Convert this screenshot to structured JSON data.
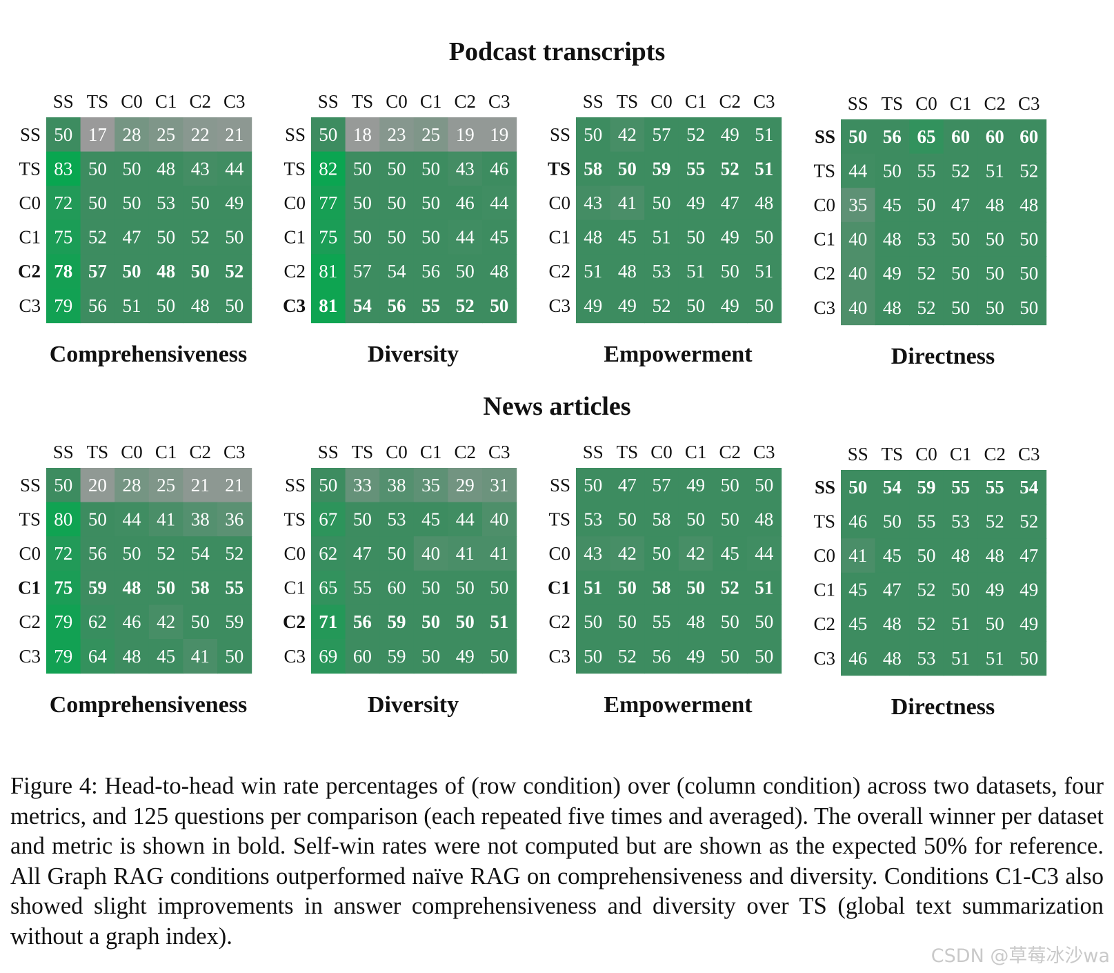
{
  "sections": [
    {
      "title": "Podcast transcripts"
    },
    {
      "title": "News articles"
    }
  ],
  "caption": "Figure 4: Head-to-head win rate percentages of (row condition) over (column condition) across two datasets, four metrics, and 125 questions per comparison (each repeated five times and averaged). The overall winner per dataset and metric is shown in bold. Self-win rates were not computed but are shown as the expected 50% for reference. All Graph RAG conditions outperformed naïve RAG on comprehensiveness and diversity. Conditions C1-C3 also showed slight improvements in answer comprehensiveness and diversity over TS (global text summarization without a graph index).",
  "watermark": "CSDN @草莓冰沙wa",
  "colors": {
    "low": "#9a9a9a",
    "mid": "#3d8c60",
    "high": "#09a650",
    "text": "#ffffff"
  },
  "chart_data": [
    {
      "type": "heatmap",
      "dataset": "Podcast transcripts",
      "title": "Comprehensiveness",
      "rows": [
        "SS",
        "TS",
        "C0",
        "C1",
        "C2",
        "C3"
      ],
      "cols": [
        "SS",
        "TS",
        "C0",
        "C1",
        "C2",
        "C3"
      ],
      "bold_row": "C2",
      "values": [
        [
          50,
          17,
          28,
          25,
          22,
          21
        ],
        [
          83,
          50,
          50,
          48,
          43,
          44
        ],
        [
          72,
          50,
          50,
          53,
          50,
          49
        ],
        [
          75,
          52,
          47,
          50,
          52,
          50
        ],
        [
          78,
          57,
          50,
          48,
          50,
          52
        ],
        [
          79,
          56,
          51,
          50,
          48,
          50
        ]
      ]
    },
    {
      "type": "heatmap",
      "dataset": "Podcast transcripts",
      "title": "Diversity",
      "rows": [
        "SS",
        "TS",
        "C0",
        "C1",
        "C2",
        "C3"
      ],
      "cols": [
        "SS",
        "TS",
        "C0",
        "C1",
        "C2",
        "C3"
      ],
      "bold_row": "C3",
      "values": [
        [
          50,
          18,
          23,
          25,
          19,
          19
        ],
        [
          82,
          50,
          50,
          50,
          43,
          46
        ],
        [
          77,
          50,
          50,
          50,
          46,
          44
        ],
        [
          75,
          50,
          50,
          50,
          44,
          45
        ],
        [
          81,
          57,
          54,
          56,
          50,
          48
        ],
        [
          81,
          54,
          56,
          55,
          52,
          50
        ]
      ]
    },
    {
      "type": "heatmap",
      "dataset": "Podcast transcripts",
      "title": "Empowerment",
      "rows": [
        "SS",
        "TS",
        "C0",
        "C1",
        "C2",
        "C3"
      ],
      "cols": [
        "SS",
        "TS",
        "C0",
        "C1",
        "C2",
        "C3"
      ],
      "bold_row": "TS",
      "values": [
        [
          50,
          42,
          57,
          52,
          49,
          51
        ],
        [
          58,
          50,
          59,
          55,
          52,
          51
        ],
        [
          43,
          41,
          50,
          49,
          47,
          48
        ],
        [
          48,
          45,
          51,
          50,
          49,
          50
        ],
        [
          51,
          48,
          53,
          51,
          50,
          51
        ],
        [
          49,
          49,
          52,
          50,
          49,
          50
        ]
      ]
    },
    {
      "type": "heatmap",
      "dataset": "Podcast transcripts",
      "title": "Directness",
      "rows": [
        "SS",
        "TS",
        "C0",
        "C1",
        "C2",
        "C3"
      ],
      "cols": [
        "SS",
        "TS",
        "C0",
        "C1",
        "C2",
        "C3"
      ],
      "bold_row": "SS",
      "values": [
        [
          50,
          56,
          65,
          60,
          60,
          60
        ],
        [
          44,
          50,
          55,
          52,
          51,
          52
        ],
        [
          35,
          45,
          50,
          47,
          48,
          48
        ],
        [
          40,
          48,
          53,
          50,
          50,
          50
        ],
        [
          40,
          49,
          52,
          50,
          50,
          50
        ],
        [
          40,
          48,
          52,
          50,
          50,
          50
        ]
      ]
    },
    {
      "type": "heatmap",
      "dataset": "News articles",
      "title": "Comprehensiveness",
      "rows": [
        "SS",
        "TS",
        "C0",
        "C1",
        "C2",
        "C3"
      ],
      "cols": [
        "SS",
        "TS",
        "C0",
        "C1",
        "C2",
        "C3"
      ],
      "bold_row": "C1",
      "values": [
        [
          50,
          20,
          28,
          25,
          21,
          21
        ],
        [
          80,
          50,
          44,
          41,
          38,
          36
        ],
        [
          72,
          56,
          50,
          52,
          54,
          52
        ],
        [
          75,
          59,
          48,
          50,
          58,
          55
        ],
        [
          79,
          62,
          46,
          42,
          50,
          59
        ],
        [
          79,
          64,
          48,
          45,
          41,
          50
        ]
      ]
    },
    {
      "type": "heatmap",
      "dataset": "News articles",
      "title": "Diversity",
      "rows": [
        "SS",
        "TS",
        "C0",
        "C1",
        "C2",
        "C3"
      ],
      "cols": [
        "SS",
        "TS",
        "C0",
        "C1",
        "C2",
        "C3"
      ],
      "bold_row": "C2",
      "values": [
        [
          50,
          33,
          38,
          35,
          29,
          31
        ],
        [
          67,
          50,
          53,
          45,
          44,
          40
        ],
        [
          62,
          47,
          50,
          40,
          41,
          41
        ],
        [
          65,
          55,
          60,
          50,
          50,
          50
        ],
        [
          71,
          56,
          59,
          50,
          50,
          51
        ],
        [
          69,
          60,
          59,
          50,
          49,
          50
        ]
      ]
    },
    {
      "type": "heatmap",
      "dataset": "News articles",
      "title": "Empowerment",
      "rows": [
        "SS",
        "TS",
        "C0",
        "C1",
        "C2",
        "C3"
      ],
      "cols": [
        "SS",
        "TS",
        "C0",
        "C1",
        "C2",
        "C3"
      ],
      "bold_row": "C1",
      "values": [
        [
          50,
          47,
          57,
          49,
          50,
          50
        ],
        [
          53,
          50,
          58,
          50,
          50,
          48
        ],
        [
          43,
          42,
          50,
          42,
          45,
          44
        ],
        [
          51,
          50,
          58,
          50,
          52,
          51
        ],
        [
          50,
          50,
          55,
          48,
          50,
          50
        ],
        [
          50,
          52,
          56,
          49,
          50,
          50
        ]
      ]
    },
    {
      "type": "heatmap",
      "dataset": "News articles",
      "title": "Directness",
      "rows": [
        "SS",
        "TS",
        "C0",
        "C1",
        "C2",
        "C3"
      ],
      "cols": [
        "SS",
        "TS",
        "C0",
        "C1",
        "C2",
        "C3"
      ],
      "bold_row": "SS",
      "values": [
        [
          50,
          54,
          59,
          55,
          55,
          54
        ],
        [
          46,
          50,
          55,
          53,
          52,
          52
        ],
        [
          41,
          45,
          50,
          48,
          48,
          47
        ],
        [
          45,
          47,
          52,
          50,
          49,
          49
        ],
        [
          45,
          48,
          52,
          51,
          50,
          49
        ],
        [
          46,
          48,
          53,
          51,
          51,
          50
        ]
      ]
    }
  ]
}
